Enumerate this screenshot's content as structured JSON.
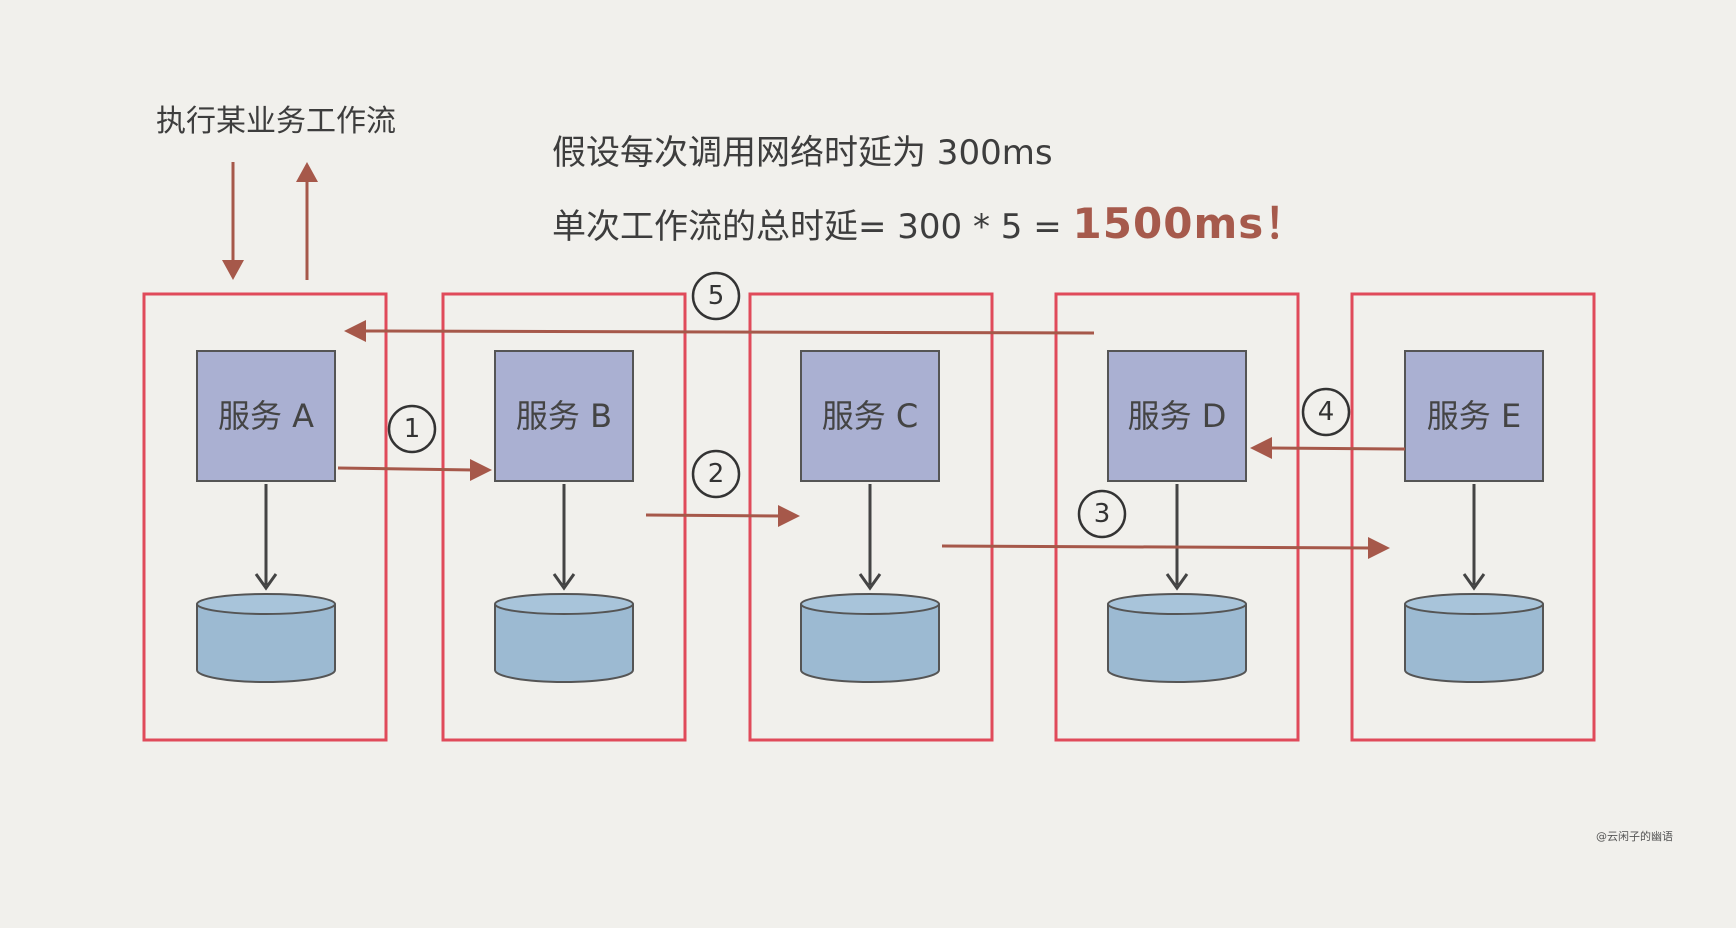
{
  "workflow_label": "执行某业务工作流",
  "assumption_text": "假设每次调用网络时延为 300ms",
  "total_prefix": "单次工作流的总时延= 300 * 5 = ",
  "total_value": "1500ms！",
  "services": [
    {
      "label": "服务 A"
    },
    {
      "label": "服务 B"
    },
    {
      "label": "服务 C"
    },
    {
      "label": "服务 D"
    },
    {
      "label": "服务 E"
    }
  ],
  "steps": [
    "1",
    "2",
    "3",
    "4",
    "5"
  ],
  "watermark": "@云闲子的幽语",
  "colors": {
    "container_border": "#e04a5a",
    "service_fill": "#aab0d2",
    "db_fill": "#9cbad2",
    "arrow": "#a6584a",
    "line": "#444444"
  }
}
